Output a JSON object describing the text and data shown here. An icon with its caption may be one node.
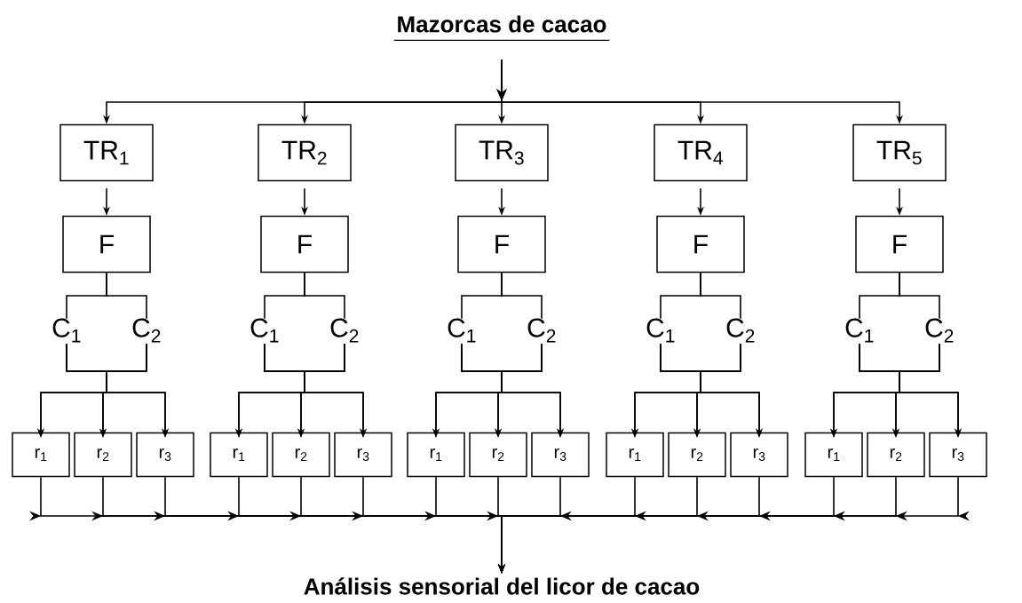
{
  "diagram": {
    "nodes": [
      {
        "text": [
          "Mazorcas de cacao"
        ]
      },
      {
        "text": [
          "TR$_{1}$"
        ]
      },
      {
        "text": [
          "TR$_{2}$"
        ]
      },
      {
        "text": [
          "TR$_{3}$"
        ]
      },
      {
        "text": [
          "TR$_{4}$"
        ]
      },
      {
        "text": [
          "TR$_{5}$"
        ]
      },
      {
        "text": [
          "F"
        ]
      },
      {
        "text": [
          "F"
        ]
      },
      {
        "text": [
          "F"
        ]
      },
      {
        "text": [
          "F"
        ]
      },
      {
        "text": [
          "F"
        ]
      },
      {
        "text": [
          "C$_{1}$"
        ]
      },
      {
        "text": [
          "C$_{2}$"
        ]
      },
      {
        "text": [
          "C$_{1}$"
        ]
      },
      {
        "text": [
          "C$_{2}$"
        ]
      },
      {
        "text": [
          "C$_{1}$"
        ]
      },
      {
        "text": [
          "C$_{2}$"
        ]
      },
      {
        "text": [
          "C$_{1}$"
        ]
      },
      {
        "text": [
          "C$_{2}$"
        ]
      },
      {
        "text": [
          "C$_{1}$"
        ]
      },
      {
        "text": [
          "C$_{2}$"
        ]
      },
      {
        "text": [
          "r$_{1}$"
        ]
      },
      {
        "text": [
          "r$_{2}$"
        ]
      },
      {
        "text": [
          "r$_{3}$"
        ]
      },
      {
        "text": [
          "r$_{1}$"
        ]
      },
      {
        "text": [
          "r$_{2}$"
        ]
      },
      {
        "text": [
          "r$_{3}$"
        ]
      },
      {
        "text": [
          "r$_{1}$"
        ]
      },
      {
        "text": [
          "r$_{2}$"
        ]
      },
      {
        "text": [
          "r$_{3}$"
        ]
      },
      {
        "text": [
          "r$_{1}$"
        ]
      },
      {
        "text": [
          "r$_{2}$"
        ]
      },
      {
        "text": [
          "r$_{3}$"
        ]
      },
      {
        "text": [
          "r$_{1}$"
        ]
      },
      {
        "text": [
          "r$_{2}$"
        ]
      },
      {
        "text": [
          "r$_{3}$"
        ]
      },
      {
        "text": [
          "Análisis sensorial del licor de cacao"
        ]
      }
    ],
    "edges": [
      {
        "from": 0,
        "to": 1,
        "arrow": "to"
      },
      {
        "from": 0,
        "to": 2,
        "arrow": "to"
      },
      {
        "from": 0,
        "to": 3,
        "arrow": "to"
      },
      {
        "from": 0,
        "to": 4,
        "arrow": "to"
      },
      {
        "from": 0,
        "to": 5,
        "arrow": "to"
      },
      {
        "from": 1,
        "to": 6,
        "arrow": "to"
      },
      {
        "from": 2,
        "to": 7,
        "arrow": "to"
      },
      {
        "from": 3,
        "to": 8,
        "arrow": "to"
      },
      {
        "from": 4,
        "to": 9,
        "arrow": "to"
      },
      {
        "from": 5,
        "to": 10,
        "arrow": "to"
      },
      {
        "from": 6,
        "to": 11,
        "arrow": "none"
      },
      {
        "from": 6,
        "to": 12,
        "arrow": "none"
      },
      {
        "from": 7,
        "to": 13,
        "arrow": "none"
      },
      {
        "from": 7,
        "to": 14,
        "arrow": "none"
      },
      {
        "from": 8,
        "to": 15,
        "arrow": "none"
      },
      {
        "from": 8,
        "to": 16,
        "arrow": "none"
      },
      {
        "from": 9,
        "to": 17,
        "arrow": "none"
      },
      {
        "from": 9,
        "to": 18,
        "arrow": "none"
      },
      {
        "from": 10,
        "to": 19,
        "arrow": "none"
      },
      {
        "from": 10,
        "to": 20,
        "arrow": "none"
      },
      {
        "from": 11,
        "to": 21,
        "arrow": "to"
      },
      {
        "from": 11,
        "to": 22,
        "arrow": "to"
      },
      {
        "from": 11,
        "to": 23,
        "arrow": "to"
      },
      {
        "from": 12,
        "to": 21,
        "arrow": "to"
      },
      {
        "from": 12,
        "to": 22,
        "arrow": "to"
      },
      {
        "from": 12,
        "to": 23,
        "arrow": "to"
      },
      {
        "from": 13,
        "to": 24,
        "arrow": "to"
      },
      {
        "from": 13,
        "to": 25,
        "arrow": "to"
      },
      {
        "from": 13,
        "to": 26,
        "arrow": "to"
      },
      {
        "from": 14,
        "to": 24,
        "arrow": "to"
      },
      {
        "from": 14,
        "to": 25,
        "arrow": "to"
      },
      {
        "from": 14,
        "to": 26,
        "arrow": "to"
      },
      {
        "from": 15,
        "to": 27,
        "arrow": "to"
      },
      {
        "from": 15,
        "to": 28,
        "arrow": "to"
      },
      {
        "from": 15,
        "to": 29,
        "arrow": "to"
      },
      {
        "from": 16,
        "to": 27,
        "arrow": "to"
      },
      {
        "from": 16,
        "to": 28,
        "arrow": "to"
      },
      {
        "from": 16,
        "to": 29,
        "arrow": "to"
      },
      {
        "from": 17,
        "to": 30,
        "arrow": "to"
      },
      {
        "from": 17,
        "to": 31,
        "arrow": "to"
      },
      {
        "from": 17,
        "to": 32,
        "arrow": "to"
      },
      {
        "from": 18,
        "to": 30,
        "arrow": "to"
      },
      {
        "from": 18,
        "to": 31,
        "arrow": "to"
      },
      {
        "from": 18,
        "to": 32,
        "arrow": "to"
      },
      {
        "from": 19,
        "to": 33,
        "arrow": "to"
      },
      {
        "from": 19,
        "to": 34,
        "arrow": "to"
      },
      {
        "from": 19,
        "to": 35,
        "arrow": "to"
      },
      {
        "from": 20,
        "to": 33,
        "arrow": "to"
      },
      {
        "from": 20,
        "to": 34,
        "arrow": "to"
      },
      {
        "from": 20,
        "to": 35,
        "arrow": "to"
      },
      {
        "from": 21,
        "to": 36,
        "arrow": "to"
      },
      {
        "from": 22,
        "to": 36,
        "arrow": "to"
      },
      {
        "from": 23,
        "to": 36,
        "arrow": "to"
      },
      {
        "from": 24,
        "to": 36,
        "arrow": "to"
      },
      {
        "from": 25,
        "to": 36,
        "arrow": "to"
      },
      {
        "from": 26,
        "to": 36,
        "arrow": "to"
      },
      {
        "from": 27,
        "to": 36,
        "arrow": "to"
      },
      {
        "from": 28,
        "to": 36,
        "arrow": "to"
      },
      {
        "from": 29,
        "to": 36,
        "arrow": "to"
      },
      {
        "from": 30,
        "to": 36,
        "arrow": "to"
      },
      {
        "from": 31,
        "to": 36,
        "arrow": "to"
      },
      {
        "from": 32,
        "to": 36,
        "arrow": "to"
      },
      {
        "from": 33,
        "to": 36,
        "arrow": "to"
      },
      {
        "from": 34,
        "to": 36,
        "arrow": "to"
      },
      {
        "from": 35,
        "to": 36,
        "arrow": "to"
      }
    ]
  }
}
